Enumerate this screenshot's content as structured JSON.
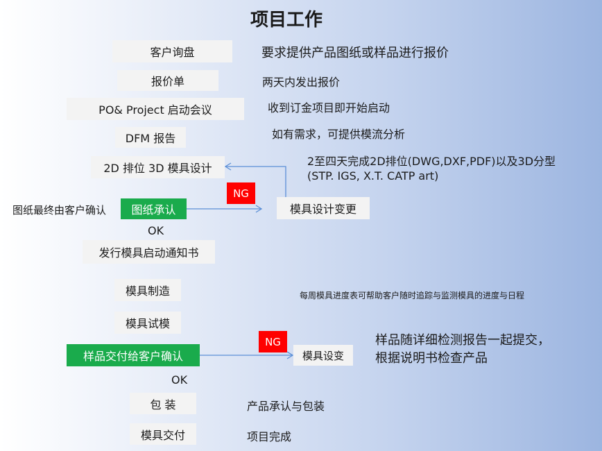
{
  "title": "项目工作",
  "steps": {
    "inquiry": "客户询盘",
    "quotation": "报价单",
    "kickoff": "PO& Project 启动会议",
    "dfm": "DFM 报告",
    "layout": "2D 排位 3D 模具设计",
    "drawing_approval": "图纸承认",
    "mold_release": "发行模具启动通知书",
    "manufacture": "模具制造",
    "trial": "模具试模",
    "sample_delivery": "样品交付给客户确认",
    "packing": "包 装",
    "mold_delivery": "模具交付"
  },
  "branches": {
    "design_change": "模具设计变更",
    "mold_change": "模具设变",
    "ng1": "NG",
    "ng2": "NG",
    "ok1": "OK",
    "ok2": "OK"
  },
  "notes": {
    "inquiry": "要求提供产品图纸或样品进行报价",
    "quotation": "两天内发出报价",
    "kickoff": "收到订金项目即开始启动",
    "dfm": "如有需求，可提供模流分析",
    "layout_line1": "2至四天完成2D排位(DWG,DXF,PDF)以及3D分型",
    "layout_line2": "(STP. IGS, X.T. CATP art)",
    "drawing_confirm": "图纸最终由客户确认",
    "weekly_progress": "每周模具进度表可帮助客户随时追踪与监测模具的进度与日程",
    "sample_line1": "样品随详细检测报告一起提交，",
    "sample_line2": "根据说明书检查产品",
    "packing": "产品承认与包装",
    "mold_delivery": "项目完成"
  },
  "colors": {
    "green_box": "#1aab4c",
    "ng_box": "#ff0000",
    "box_fill": "#f3f3f3",
    "arrow": "#5b8fd6"
  }
}
